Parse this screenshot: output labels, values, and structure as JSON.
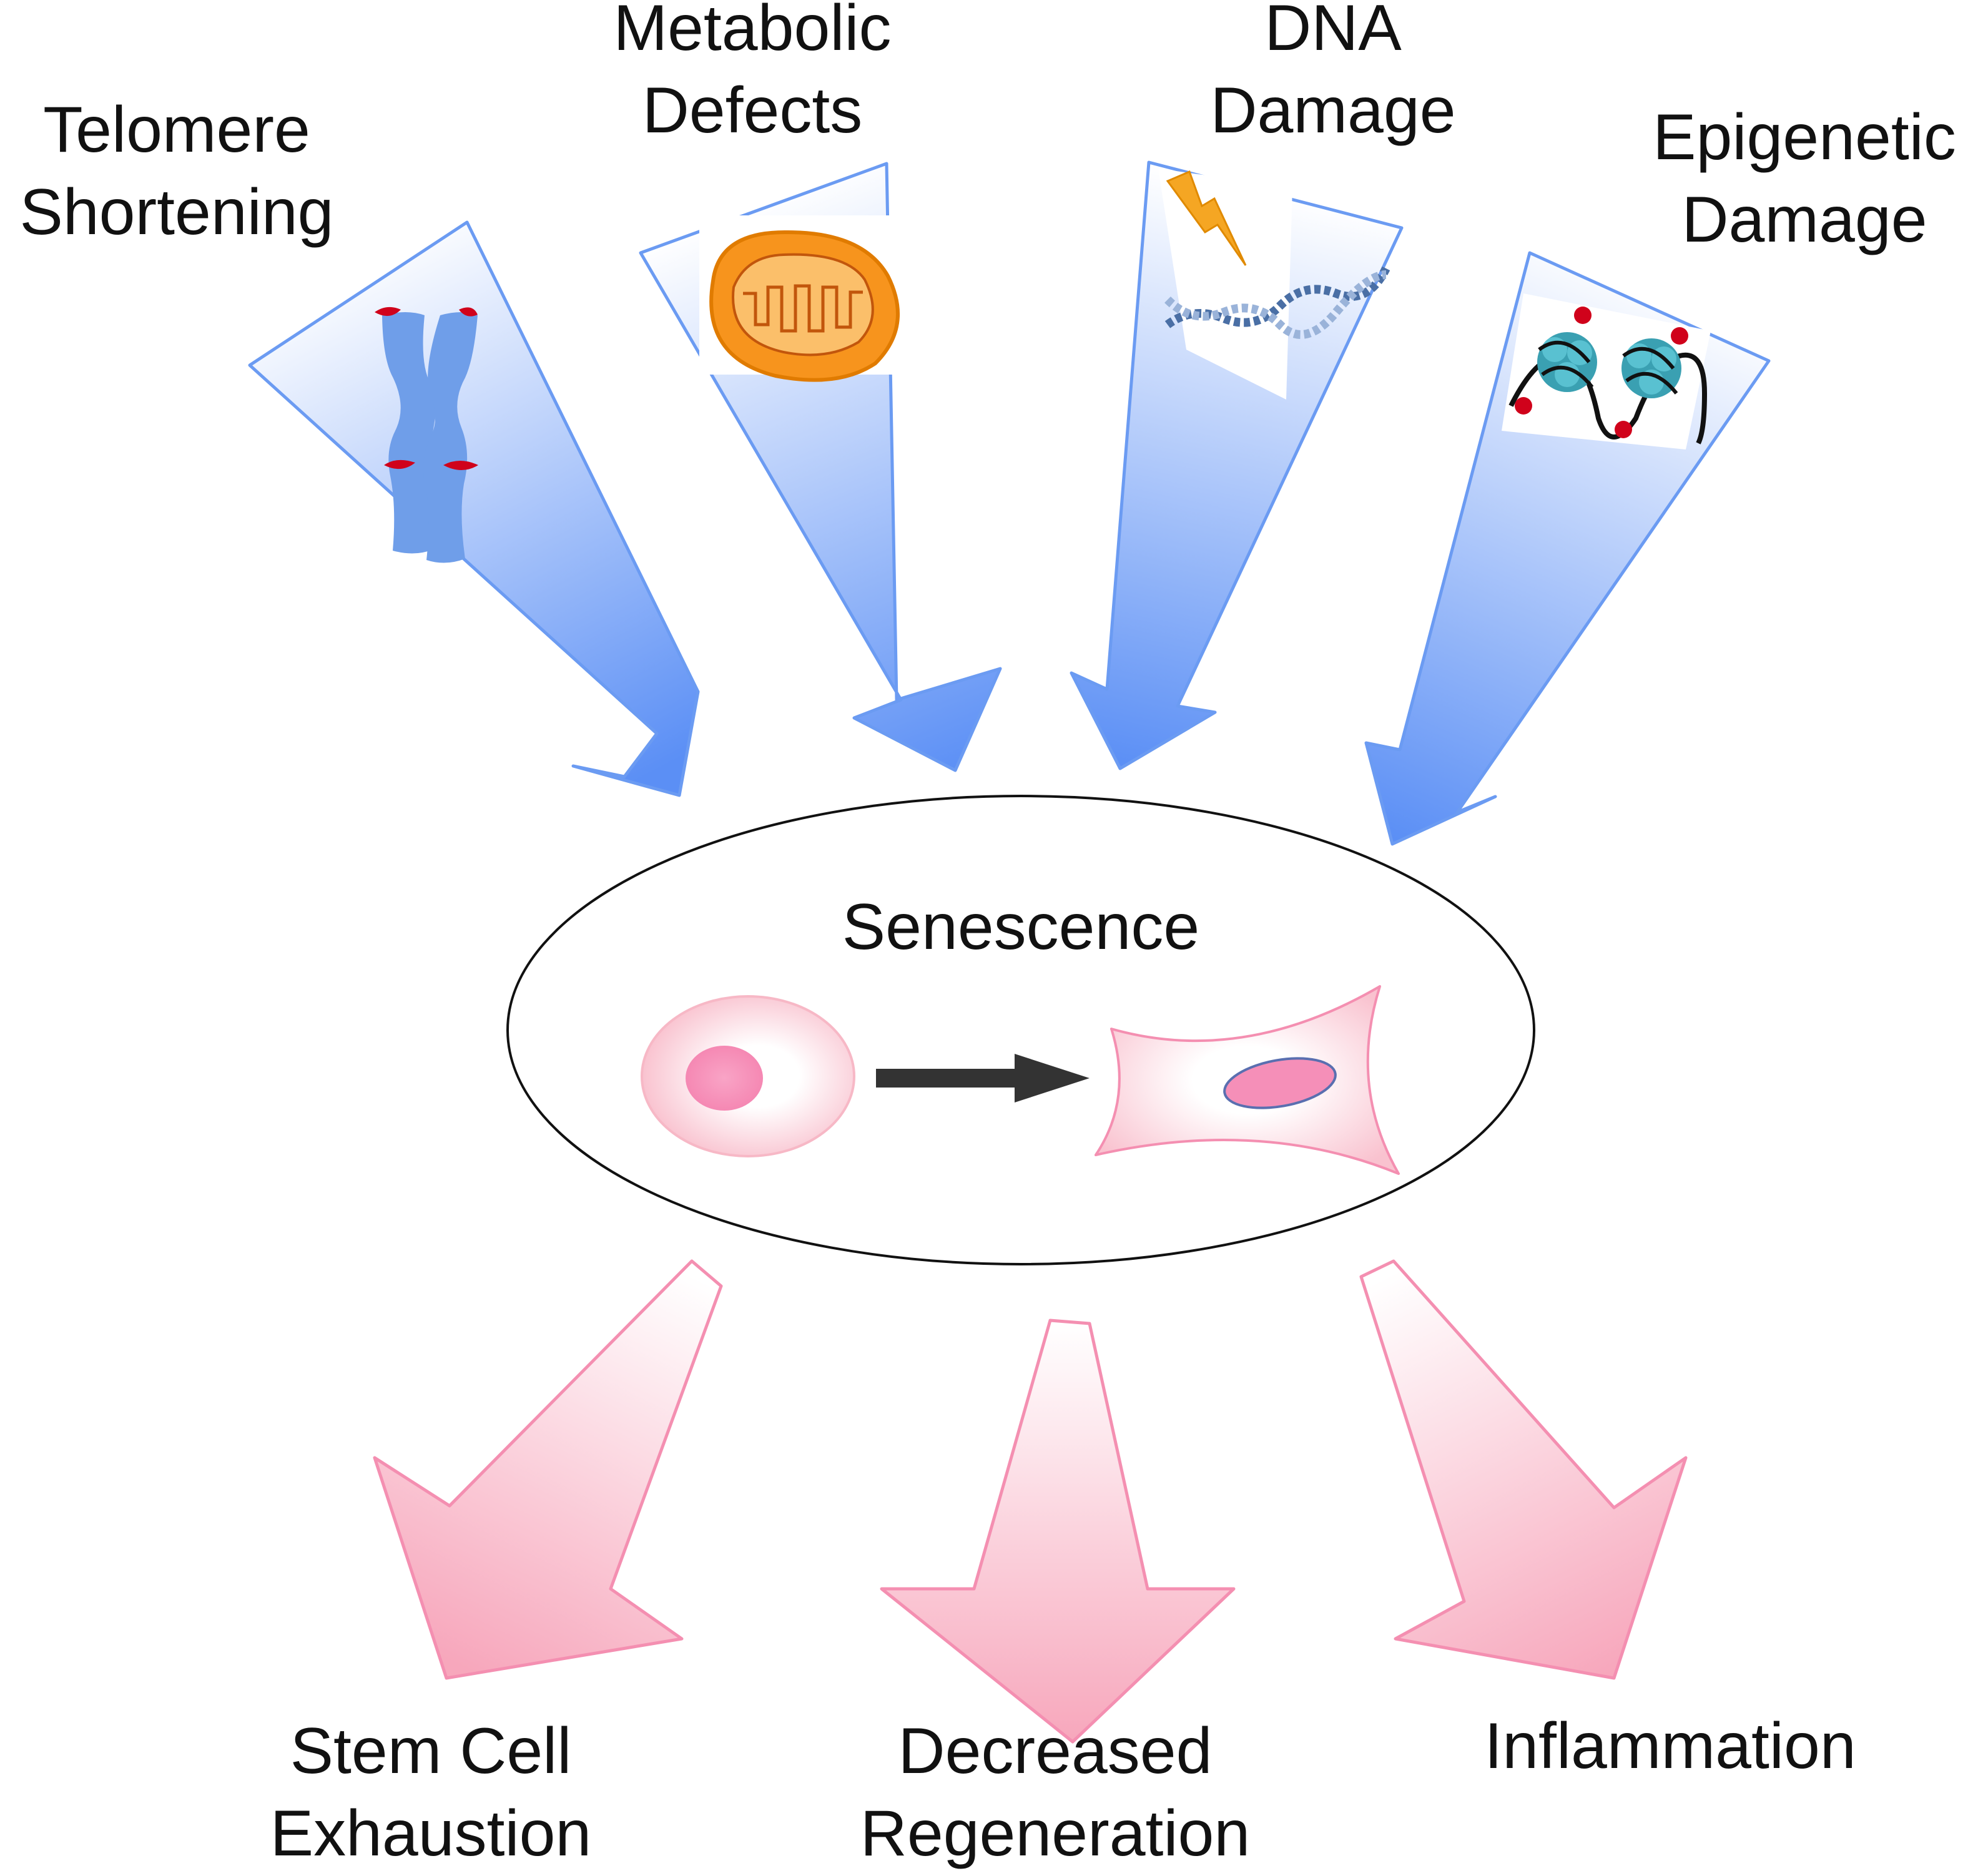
{
  "causes": [
    {
      "line1": "Telomere",
      "line2": "Shortening",
      "icon": "chromosome-icon"
    },
    {
      "line1": "Metabolic",
      "line2": "Defects",
      "icon": "mitochondrion-icon"
    },
    {
      "line1": "DNA",
      "line2": "Damage",
      "icon": "dna-damage-icon"
    },
    {
      "line1": "Epigenetic",
      "line2": "Damage",
      "icon": "nucleosome-icon"
    }
  ],
  "center": {
    "label": "Senescence",
    "icons": [
      "normal-cell-icon",
      "senescent-cell-icon"
    ]
  },
  "outcomes": [
    {
      "line1": "Stem Cell",
      "line2": "Exhaustion"
    },
    {
      "line1": "Decreased",
      "line2": "Regeneration"
    },
    {
      "line1": "Inflammation",
      "line2": ""
    }
  ],
  "colors": {
    "cause_arrow_stroke": "#6b9bf2",
    "cause_arrow_fill": "#5b8ff5",
    "outcome_arrow_stroke": "#f48fb1",
    "outcome_arrow_fill": "#f7a7bc",
    "cell_fill": "#f9c2cf",
    "nucleus_fill": "#f58fb8",
    "transition_arrow": "#333333"
  }
}
